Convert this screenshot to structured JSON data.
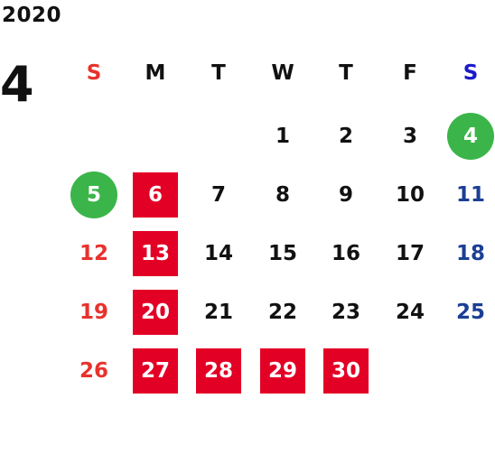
{
  "year": "2020",
  "month": "4",
  "weekdays": [
    {
      "label": "S",
      "color": "#e8322c"
    },
    {
      "label": "M",
      "color": "#111111"
    },
    {
      "label": "T",
      "color": "#111111"
    },
    {
      "label": "W",
      "color": "#111111"
    },
    {
      "label": "T",
      "color": "#111111"
    },
    {
      "label": "F",
      "color": "#111111"
    },
    {
      "label": "S",
      "color": "#1a1acb"
    }
  ],
  "days": [
    {
      "day": "1",
      "week": 0,
      "weekday": 3,
      "style": "normal"
    },
    {
      "day": "2",
      "week": 0,
      "weekday": 4,
      "style": "normal"
    },
    {
      "day": "3",
      "week": 0,
      "weekday": 5,
      "style": "normal"
    },
    {
      "day": "4",
      "week": 0,
      "weekday": 6,
      "style": "green-circle"
    },
    {
      "day": "5",
      "week": 1,
      "weekday": 0,
      "style": "green-circle"
    },
    {
      "day": "6",
      "week": 1,
      "weekday": 1,
      "style": "red-box"
    },
    {
      "day": "7",
      "week": 1,
      "weekday": 2,
      "style": "normal"
    },
    {
      "day": "8",
      "week": 1,
      "weekday": 3,
      "style": "normal"
    },
    {
      "day": "9",
      "week": 1,
      "weekday": 4,
      "style": "normal"
    },
    {
      "day": "10",
      "week": 1,
      "weekday": 5,
      "style": "normal"
    },
    {
      "day": "11",
      "week": 1,
      "weekday": 6,
      "style": "sat"
    },
    {
      "day": "12",
      "week": 2,
      "weekday": 0,
      "style": "sun"
    },
    {
      "day": "13",
      "week": 2,
      "weekday": 1,
      "style": "red-box"
    },
    {
      "day": "14",
      "week": 2,
      "weekday": 2,
      "style": "normal"
    },
    {
      "day": "15",
      "week": 2,
      "weekday": 3,
      "style": "normal"
    },
    {
      "day": "16",
      "week": 2,
      "weekday": 4,
      "style": "normal"
    },
    {
      "day": "17",
      "week": 2,
      "weekday": 5,
      "style": "normal"
    },
    {
      "day": "18",
      "week": 2,
      "weekday": 6,
      "style": "sat"
    },
    {
      "day": "19",
      "week": 3,
      "weekday": 0,
      "style": "sun"
    },
    {
      "day": "20",
      "week": 3,
      "weekday": 1,
      "style": "red-box"
    },
    {
      "day": "21",
      "week": 3,
      "weekday": 2,
      "style": "normal"
    },
    {
      "day": "22",
      "week": 3,
      "weekday": 3,
      "style": "normal"
    },
    {
      "day": "23",
      "week": 3,
      "weekday": 4,
      "style": "normal"
    },
    {
      "day": "24",
      "week": 3,
      "weekday": 5,
      "style": "normal"
    },
    {
      "day": "25",
      "week": 3,
      "weekday": 6,
      "style": "sat"
    },
    {
      "day": "26",
      "week": 4,
      "weekday": 0,
      "style": "sun"
    },
    {
      "day": "27",
      "week": 4,
      "weekday": 1,
      "style": "red-box"
    },
    {
      "day": "28",
      "week": 4,
      "weekday": 2,
      "style": "red-box"
    },
    {
      "day": "29",
      "week": 4,
      "weekday": 3,
      "style": "red-box"
    },
    {
      "day": "30",
      "week": 4,
      "weekday": 4,
      "style": "red-box"
    }
  ]
}
